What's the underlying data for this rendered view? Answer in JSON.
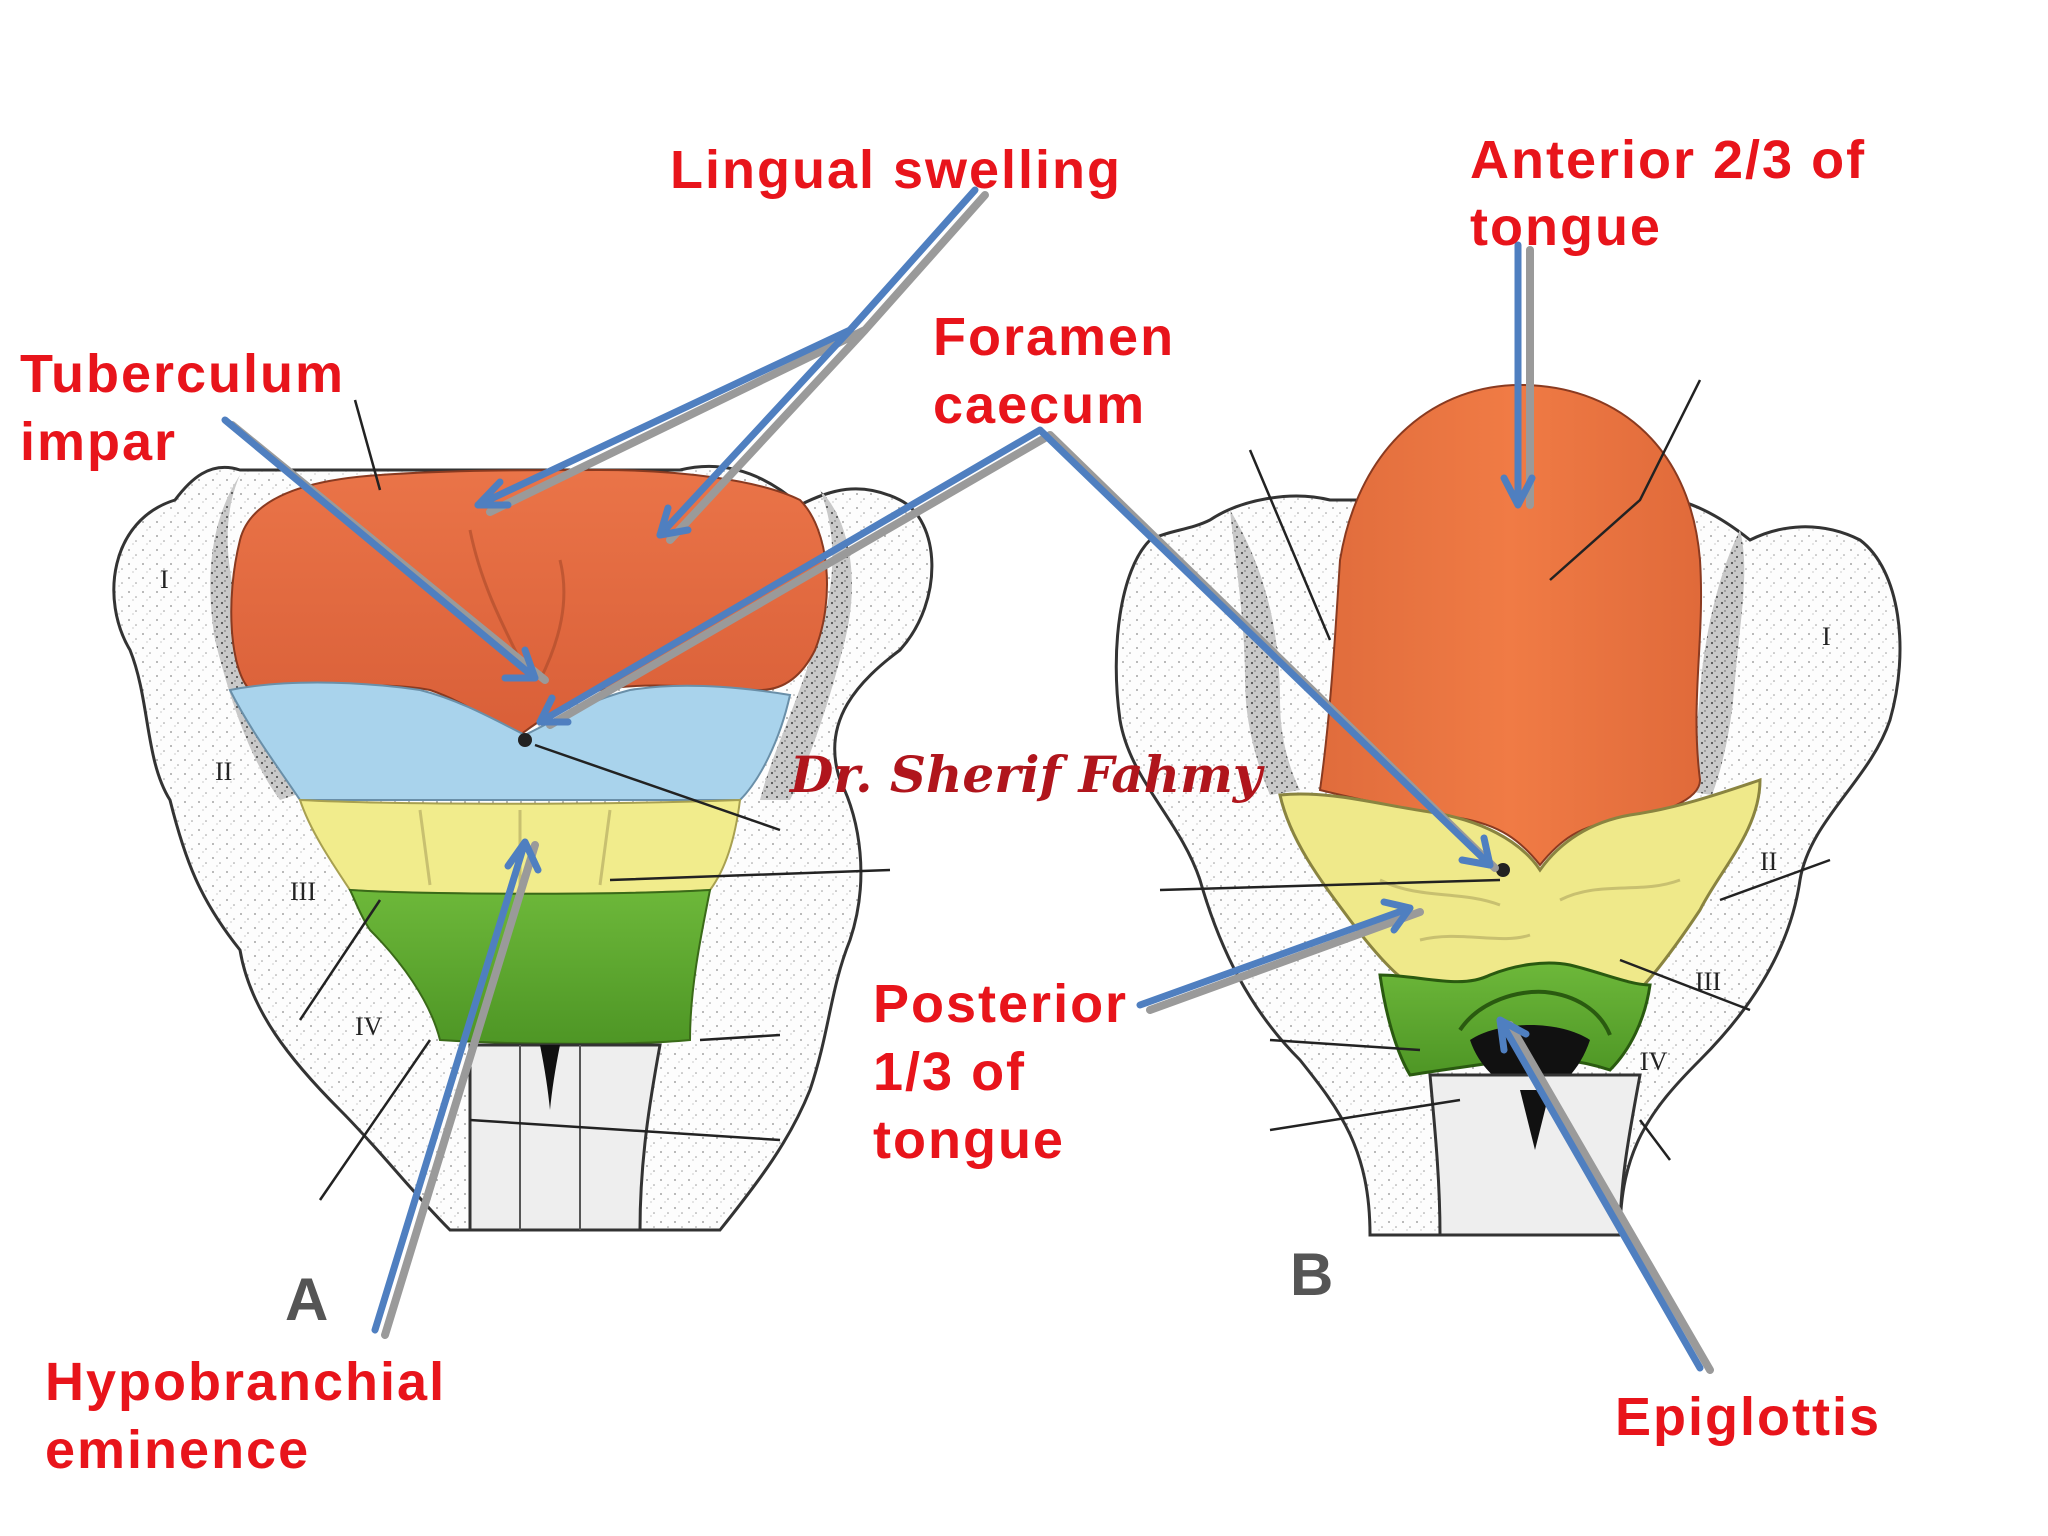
{
  "labels": {
    "lingual_swelling": "Lingual swelling",
    "anterior_line1": "Anterior 2/3 of",
    "anterior_line2": "tongue",
    "tuberculum_line1": "Tuberculum",
    "tuberculum_line2": "impar",
    "foramen_line1": "Foramen",
    "foramen_line2": "caecum",
    "posterior_line1": "Posterior",
    "posterior_line2": "1/3 of",
    "posterior_line3": "tongue",
    "hypobranchial_line1": "Hypobranchial",
    "hypobranchial_line2": "eminence",
    "epiglottis": "Epiglottis"
  },
  "panels": {
    "a": "A",
    "b": "B"
  },
  "roman_numerals": {
    "a": [
      "I",
      "II",
      "III",
      "IV"
    ],
    "b": [
      "I",
      "II",
      "III",
      "IV"
    ]
  },
  "watermark": "Dr. Sherif Fahmy",
  "colors": {
    "label_red": "#e8141b",
    "arrow_blue": "#4f7fc0",
    "orange_region": "#e8693e",
    "blue_region": "#a9d3ec",
    "yellow_region": "#f1ec8c",
    "green_region": "#5fa82e"
  }
}
